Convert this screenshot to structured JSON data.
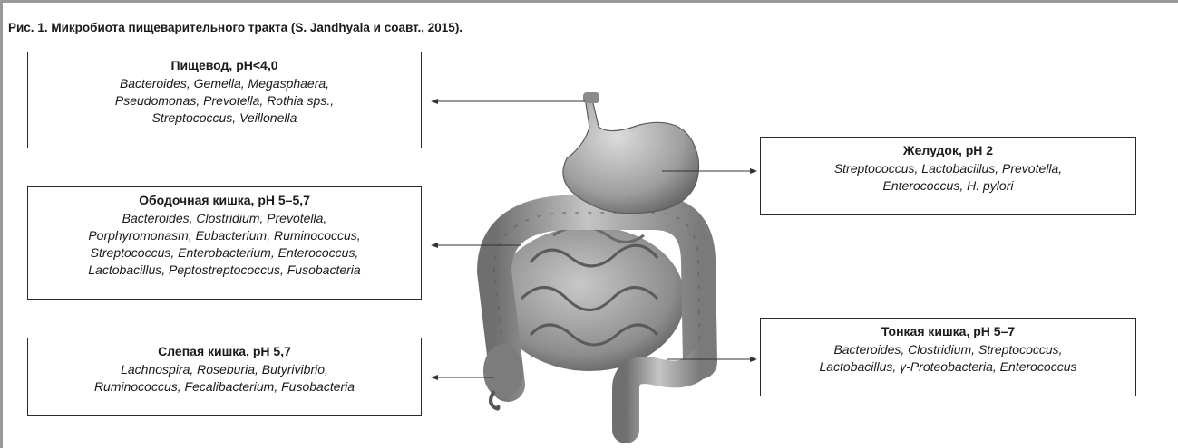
{
  "caption": "Рис. 1. Микробиота пищеварительного тракта (S. Jandhyala и соавт., 2015).",
  "boxes": {
    "esophagus": {
      "title": "Пищевод, pH<4,0",
      "lines": [
        "Bacteroides, Gemella, Megasphaera,",
        "Pseudomonas, Prevotella, Rothia sps.,",
        "Streptococcus, Veillonella"
      ]
    },
    "colon": {
      "title": "Ободочная кишка, pH 5–5,7",
      "lines": [
        "Bacteroides, Clostridium, Prevotella,",
        "Porphyromonasm, Eubacterium, Ruminococcus,",
        "Streptococcus, Enterobacterium, Enterococcus,",
        "Lactobacillus, Peptostreptococcus, Fusobacteria"
      ]
    },
    "cecum": {
      "title": "Слепая кишка, pH 5,7",
      "lines": [
        "Lachnospira, Roseburia, Butyrivibrio,",
        "Ruminococcus, Fecalibacterium, Fusobacteria"
      ]
    },
    "stomach": {
      "title": "Желудок, pH 2",
      "lines": [
        "Streptococcus, Lactobacillus, Prevotella,",
        "Enterococcus, H. pylori"
      ]
    },
    "small_intestine": {
      "title": "Тонкая кишка, pH 5–7",
      "lines": [
        "Bacteroides, Clostridium, Streptococcus,",
        "Lactobacillus, γ-Proteobacteria, Enterococcus"
      ]
    }
  },
  "colors": {
    "organ_light": "#c9c9c9",
    "organ_dark": "#6e6e6e",
    "arrow": "#333333",
    "border": "#9a9a9a"
  }
}
